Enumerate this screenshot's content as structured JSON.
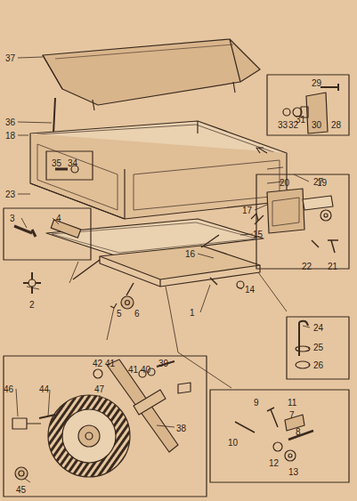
{
  "diagram": {
    "labels": [
      "37",
      "29",
      "36",
      "18",
      "31",
      "28",
      "33",
      "32",
      "30",
      "35",
      "34",
      "27",
      "20",
      "19",
      "23",
      "17",
      "3",
      "4",
      "15",
      "22",
      "21",
      "16",
      "2",
      "14",
      "5",
      "6",
      "1",
      "24",
      "25",
      "26",
      "42",
      "41",
      "39",
      "46",
      "44",
      "47",
      "41",
      "40",
      "38",
      "9",
      "11",
      "7",
      "8",
      "10",
      "12",
      "13",
      "45"
    ]
  }
}
